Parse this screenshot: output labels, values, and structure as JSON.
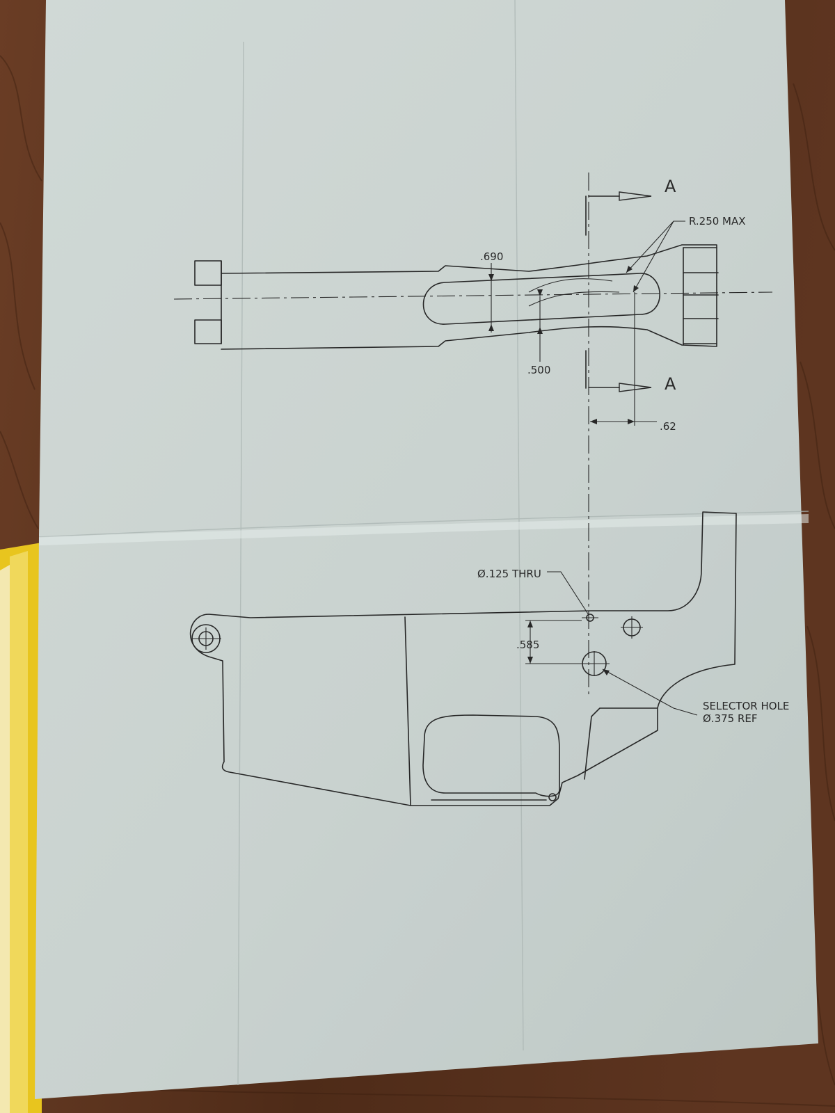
{
  "drawing": {
    "section_marker_top": "A",
    "section_marker_bottom": "A",
    "radius_callout": "R.250 MAX",
    "dim_690": ".690",
    "dim_500": ".500",
    "dim_62": ".62",
    "hole_callout": "Ø.125 THRU",
    "dim_585": ".585",
    "selector_label": "SELECTOR HOLE",
    "selector_size": "Ø.375 REF"
  },
  "colors": {
    "table_wood": "#5a3320",
    "paper": "#c9d3d0",
    "yellow_folder": "#e8c51e",
    "ink": "#1f1f1f"
  }
}
